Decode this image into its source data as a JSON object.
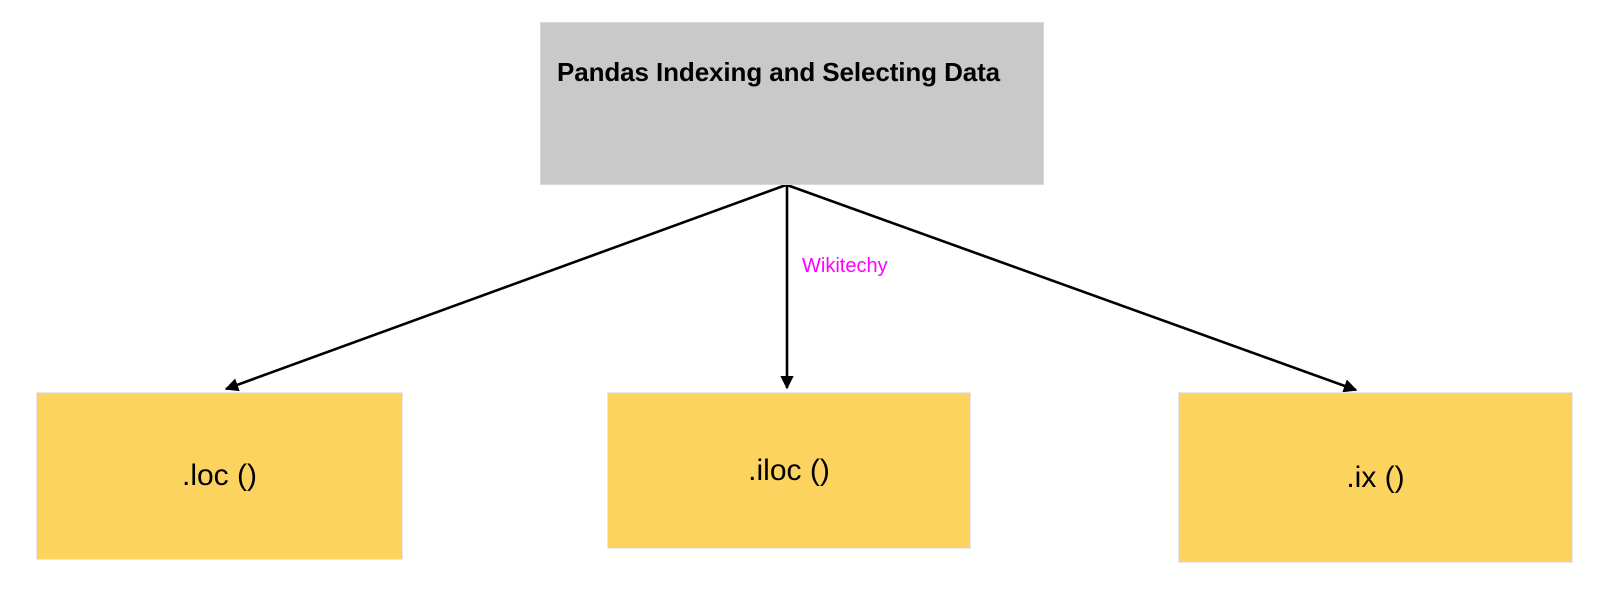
{
  "diagram": {
    "type": "hierarchy-tree",
    "background_color": "#ffffff",
    "root": {
      "id": "root",
      "label": "Pandas Indexing and Selecting Data",
      "fill_color": "#c9c9c9",
      "text_color": "#000000"
    },
    "children": [
      {
        "id": "loc",
        "label": ".loc ()",
        "fill_color": "#fdd35f",
        "text_color": "#000000"
      },
      {
        "id": "iloc",
        "label": ".iloc ()",
        "fill_color": "#fdd35f",
        "text_color": "#000000"
      },
      {
        "id": "ix",
        "label": ".ix ()",
        "fill_color": "#fdd35f",
        "text_color": "#000000"
      }
    ],
    "connectors": [
      {
        "id": "root-to-loc",
        "from": "root",
        "to": "loc",
        "style": "arrow",
        "color": "#000000"
      },
      {
        "id": "root-to-iloc",
        "from": "root",
        "to": "iloc",
        "style": "arrow",
        "color": "#000000"
      },
      {
        "id": "root-to-ix",
        "from": "root",
        "to": "ix",
        "style": "arrow",
        "color": "#000000"
      }
    ],
    "watermark": {
      "text": "Wikitechy",
      "color": "#ff00ff"
    }
  }
}
